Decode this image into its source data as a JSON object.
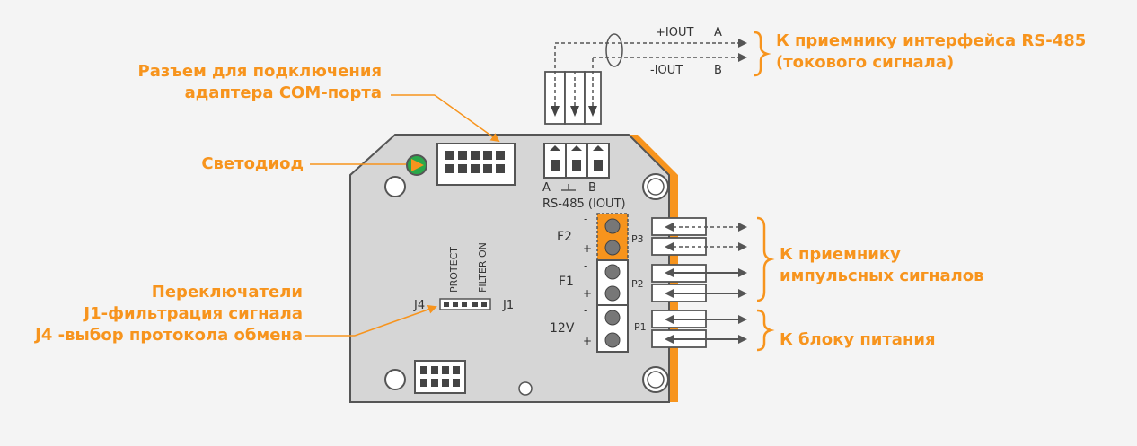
{
  "callouts": {
    "com_port": [
      "Разъем для подключения",
      "адаптера COM-порта"
    ],
    "led": "Светодиод",
    "switches": [
      "Переключатели",
      "J1-фильтрация сигнала",
      "J4 -выбор протокола обмена"
    ],
    "rs485": [
      "К приемнику интерфейса RS-485",
      "(токового сигнала)"
    ],
    "pulse": [
      "К приемнику",
      "импульсных сигналов"
    ],
    "power": "К блоку питания"
  },
  "board": {
    "rs485_a": "A",
    "rs485_b": "B",
    "rs485_label": "RS-485 (IOUT)",
    "j4": "J4",
    "j1": "J1",
    "protect": "PROTECT",
    "filter_on": "FILTER ON",
    "f2": "F2",
    "f1": "F1",
    "v12": "12V",
    "p3": "P3",
    "p2": "P2",
    "p1": "P1",
    "minus": "-",
    "plus": "+"
  },
  "wires": {
    "iout_plus": "+IOUT",
    "iout_minus": "-IOUT",
    "a": "A",
    "b": "B"
  },
  "colors": {
    "accent": "#f7941d",
    "board": "#d6d6d6",
    "led": "#2aa84a"
  }
}
